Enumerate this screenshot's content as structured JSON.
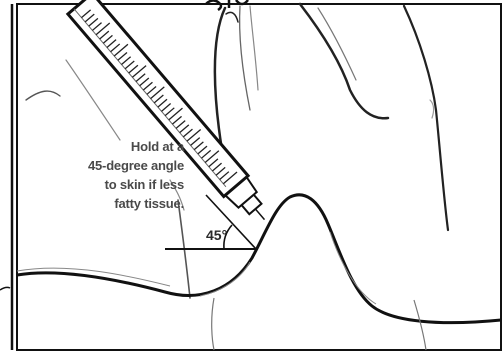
{
  "illustration": {
    "callout_lines": [
      "Hold at a",
      "45-degree angle",
      "to skin if less",
      "fatty tissue."
    ],
    "angle_label": "45°",
    "colors": {
      "ink": "#1a1a1a",
      "sketch": "#7a7a7a",
      "callout_text": "#4a4a4a",
      "background": "#ffffff"
    }
  }
}
